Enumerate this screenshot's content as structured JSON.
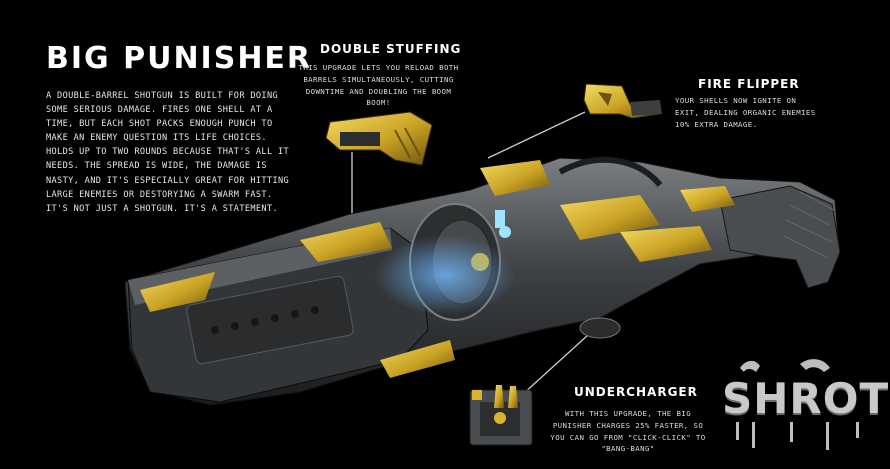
{
  "weapon": {
    "name": "BIG PUNISHER",
    "description": "A DOUBLE-BARREL SHOTGUN IS BUILT FOR DOING SOME SERIOUS DAMAGE. FIRES ONE SHELL AT A TIME, BUT EACH SHOT PACKS ENOUGH PUNCH TO MAKE AN ENEMY QUESTION ITS LIFE CHOICES. HOLDS UP TO TWO ROUNDS BECAUSE THAT'S ALL IT NEEDS. THE SPREAD IS WIDE, THE DAMAGE IS NASTY, AND IT'S ESPECIALLY GREAT FOR HITTING LARGE ENEMIES OR DESTORYING A SWARM FAST. IT'S NOT JUST A SHOTGUN. IT'S A STATEMENT."
  },
  "upgrades": [
    {
      "name": "DOUBLE STUFFING",
      "description": "THIS UPGRADE LETS YOU RELOAD BOTH BARRELS SIMULTANEOUSLY, CUTTING DOWNTIME AND DOUBLING THE BOOM BOOM!",
      "icon": "double-stuffing-part-icon"
    },
    {
      "name": "FIRE FLIPPER",
      "description": "YOUR SHELLS NOW IGNITE ON EXIT, DEALING ORGANIC ENEMIES 10% EXTRA DAMAGE.",
      "icon": "fire-flipper-part-icon"
    },
    {
      "name": "UNDERCHARGER",
      "description": "WITH THIS UPGRADE, THE BIG PUNISHER CHARGES 25% FASTER, SO YOU CAN GO FROM \"CLICK-CLICK\" TO \"BANG-BANG\"",
      "icon": "undercharger-part-icon"
    }
  ],
  "logo": {
    "text": "SHROT"
  },
  "colors": {
    "background": "#000000",
    "accent": "#d8b430",
    "text": "#e8e8e8"
  }
}
